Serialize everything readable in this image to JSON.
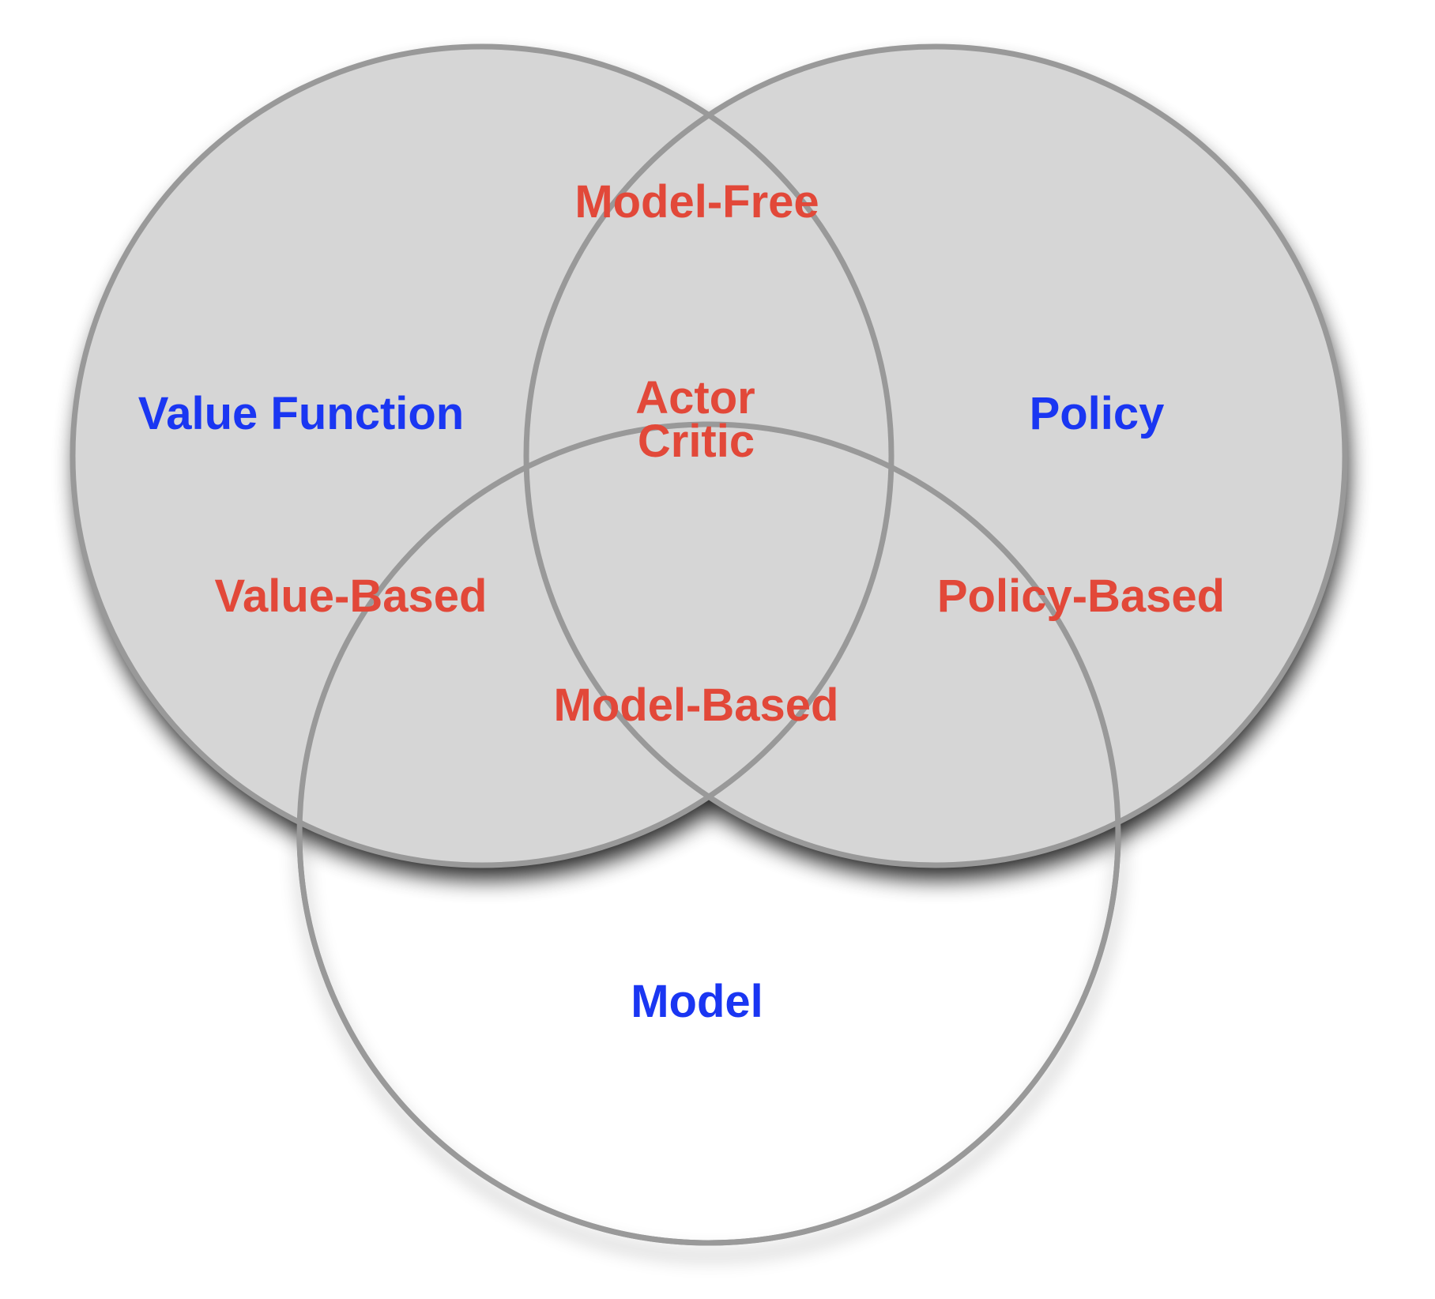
{
  "diagram": {
    "type": "venn",
    "colors": {
      "circle_fill": "#d6d6d6",
      "circle_stroke": "#999999",
      "set_label": "#1a36f2",
      "region_label": "#e24839",
      "background": "#ffffff"
    },
    "sets": [
      {
        "id": "value_function",
        "label": "Value Function",
        "filled": true
      },
      {
        "id": "policy",
        "label": "Policy",
        "filled": true
      },
      {
        "id": "model",
        "label": "Model",
        "filled": false
      }
    ],
    "regions": [
      {
        "id": "model_free",
        "label": "Model-Free",
        "sets": [
          "value_function",
          "policy"
        ]
      },
      {
        "id": "actor_critic",
        "label_lines": [
          "Actor",
          "Critic"
        ],
        "sets": [
          "value_function",
          "policy"
        ]
      },
      {
        "id": "value_based",
        "label": "Value-Based",
        "sets": [
          "value_function"
        ]
      },
      {
        "id": "policy_based",
        "label": "Policy-Based",
        "sets": [
          "policy"
        ]
      },
      {
        "id": "model_based",
        "label": "Model-Based",
        "sets": [
          "value_function",
          "policy",
          "model"
        ]
      }
    ]
  }
}
